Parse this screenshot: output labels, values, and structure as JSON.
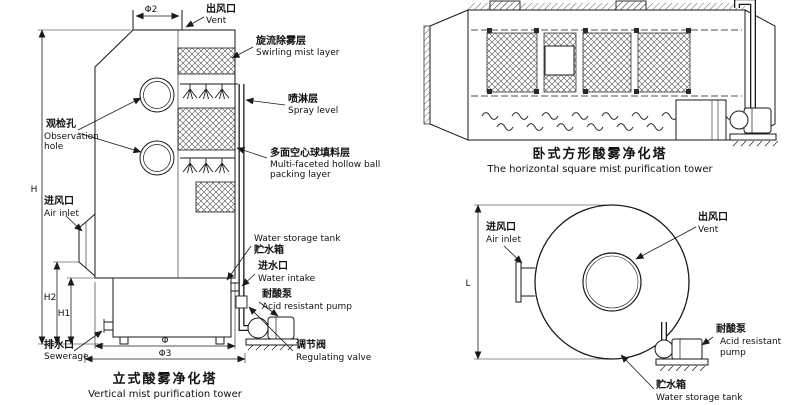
{
  "style": {
    "ink": "#1a1a1a",
    "paper": "#ffffff"
  },
  "vertical": {
    "title_cn": "立式酸雾净化塔",
    "title_en": "Vertical mist purification tower",
    "vent_cn": "出风口",
    "vent_en": "Vent",
    "swirl_cn": "旋流除雾层",
    "swirl_en": "Swirling mist layer",
    "spray_cn": "喷淋层",
    "spray_en": "Spray level",
    "packing_cn": "多面空心球填料层",
    "packing_en1": "Multi-faceted hollow ball",
    "packing_en2": "packing layer",
    "obs_cn": "观检孔",
    "obs_en1": "Observation",
    "obs_en2": "hole",
    "inlet_cn": "进风口",
    "inlet_en": "Air inlet",
    "tank_en": "Water storage tank",
    "tank_cn": "贮水箱",
    "intake_cn": "进水口",
    "intake_en": "Water intake",
    "pump_cn": "耐酸泵",
    "pump_en": "Acid resistant pump",
    "sewer_cn": "排水口",
    "sewer_en": "Sewerage",
    "valve_cn": "调节阀",
    "valve_en": "Regulating valve",
    "dim_phi2": "Φ2",
    "dim_h": "H",
    "dim_h2": "H2",
    "dim_h1": "H1",
    "dim_phi": "Φ",
    "dim_phi3": "Φ3"
  },
  "horizontal": {
    "title_cn": "卧式方形酸雾净化塔",
    "title_en": "The horizontal square mist purification tower"
  },
  "end_view": {
    "inlet_cn": "进风口",
    "inlet_en": "Air inlet",
    "vent_cn": "出风口",
    "vent_en": "Vent",
    "pump_cn": "耐酸泵",
    "pump_en1": "Acid resistant",
    "pump_en2": "pump",
    "tank_cn": "贮水箱",
    "tank_en": "Water storage tank",
    "dim_l": "L"
  }
}
